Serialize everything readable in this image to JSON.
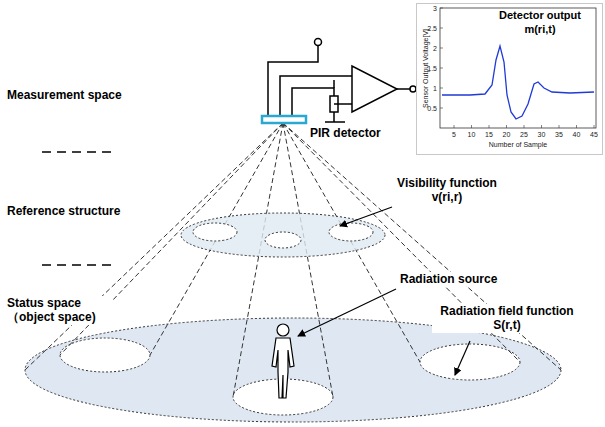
{
  "diagram": {
    "nodes": [
      {
        "text": [
          "Detector output m(ri,t)"
        ]
      }
    ],
    "labels": [
      "Measurement space",
      "Reference structure",
      "Status space （object space)",
      "PIR detector",
      "Visibility function v(ri,r)",
      "Radiation source",
      "Radiation field function S(r,t)",
      "Sensor Output Voltage[V]",
      "Number of Sample",
      "5",
      "10",
      "15",
      "20",
      "25",
      "30",
      "35",
      "40",
      "45",
      "3",
      "2.5",
      "2",
      "1.5",
      "1",
      "0.5"
    ]
  }
}
